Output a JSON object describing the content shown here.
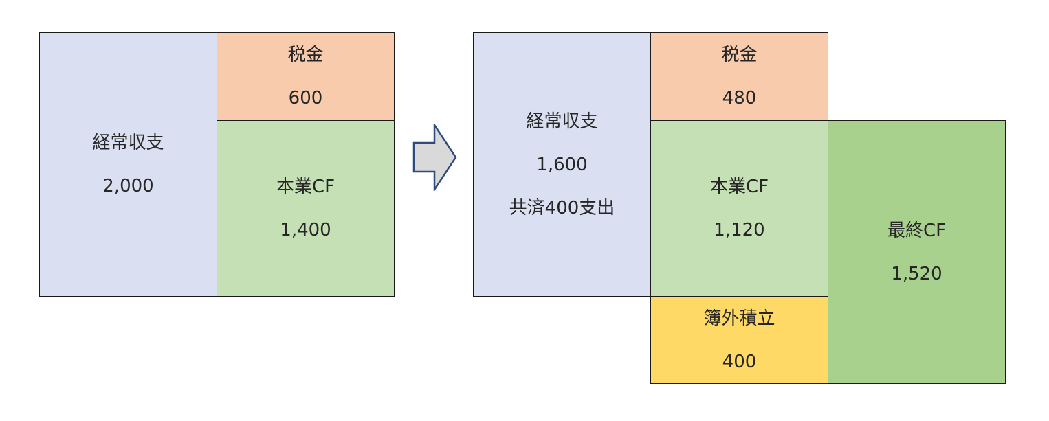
{
  "left": {
    "income": {
      "label": "経常収支",
      "value": "2,000"
    },
    "tax": {
      "label": "税金",
      "value": "600"
    },
    "core_cf": {
      "label": "本業CF",
      "value": "1,400"
    }
  },
  "right": {
    "income": {
      "label": "経常収支",
      "value": "1,600",
      "note": "共済400支出"
    },
    "tax": {
      "label": "税金",
      "value": "480"
    },
    "core_cf": {
      "label": "本業CF",
      "value": "1,120"
    },
    "off_book": {
      "label": "簿外積立",
      "value": "400"
    },
    "final_cf": {
      "label": "最終CF",
      "value": "1,520"
    }
  },
  "colors": {
    "income": "#dae0f2",
    "tax": "#f8cbad",
    "core_cf": "#c5e0b4",
    "final_cf": "#a9d18e",
    "off_book": "#ffd966",
    "arrow_fill": "#d9d9d9",
    "arrow_stroke": "#2f4b7c"
  },
  "icons": {
    "transition": "right-arrow-icon"
  }
}
